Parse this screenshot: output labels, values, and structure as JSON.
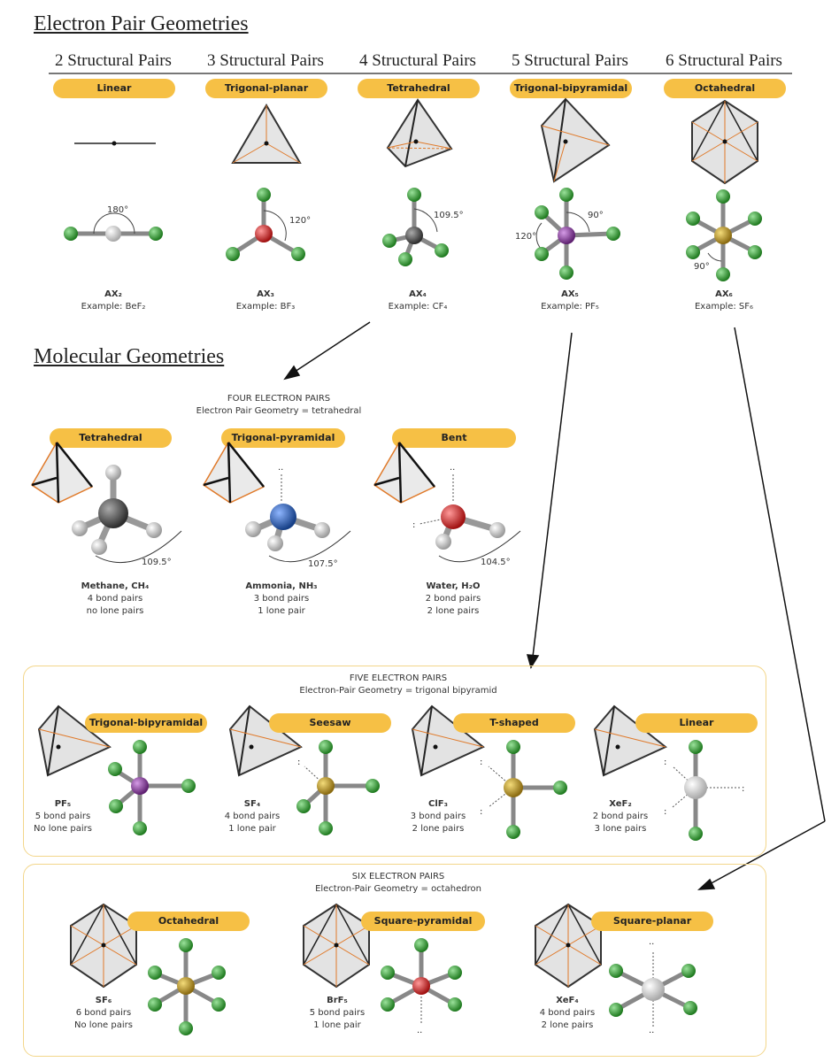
{
  "headings": {
    "electron_pair": "Electron Pair Geometries",
    "molecular": "Molecular Geometries"
  },
  "columns": [
    {
      "header": "2 Structural Pairs",
      "shape": "Linear",
      "formula": "AX₂",
      "example": "Example: BeF₂",
      "angle": "180°"
    },
    {
      "header": "3 Structural Pairs",
      "shape": "Trigonal-planar",
      "formula": "AX₃",
      "example": "Example: BF₃",
      "angle": "120°"
    },
    {
      "header": "4 Structural Pairs",
      "shape": "Tetrahedral",
      "formula": "AX₄",
      "example": "Example: CF₄",
      "angle": "109.5°"
    },
    {
      "header": "5 Structural Pairs",
      "shape": "Trigonal-bipyramidal",
      "formula": "AX₅",
      "example": "Example: PF₅",
      "angle": "90°",
      "angle2": "120°"
    },
    {
      "header": "6 Structural Pairs",
      "shape": "Octahedral",
      "formula": "AX₆",
      "example": "Example: SF₆",
      "angle": "90°"
    }
  ],
  "four_pairs": {
    "title": "FOUR ELECTRON PAIRS",
    "subtitle": "Electron Pair Geometry = tetrahedral",
    "items": [
      {
        "shape": "Tetrahedral",
        "name": "Methane, CH₄",
        "bonds": "4 bond pairs",
        "lone": "no lone pairs",
        "angle": "109.5°"
      },
      {
        "shape": "Trigonal-pyramidal",
        "name": "Ammonia, NH₃",
        "bonds": "3 bond pairs",
        "lone": "1 lone pair",
        "angle": "107.5°"
      },
      {
        "shape": "Bent",
        "name": "Water, H₂O",
        "bonds": "2 bond pairs",
        "lone": "2 lone pairs",
        "angle": "104.5°"
      }
    ]
  },
  "five_pairs": {
    "title": "FIVE ELECTRON PAIRS",
    "subtitle": "Electron-Pair Geometry = trigonal bipyramid",
    "items": [
      {
        "shape": "Trigonal-bipyramidal",
        "name": "PF₅",
        "bonds": "5 bond pairs",
        "lone": "No lone pairs"
      },
      {
        "shape": "Seesaw",
        "name": "SF₄",
        "bonds": "4 bond pairs",
        "lone": "1 lone pair"
      },
      {
        "shape": "T-shaped",
        "name": "ClF₃",
        "bonds": "3 bond pairs",
        "lone": "2 lone pairs"
      },
      {
        "shape": "Linear",
        "name": "XeF₂",
        "bonds": "2 bond pairs",
        "lone": "3 lone pairs"
      }
    ]
  },
  "six_pairs": {
    "title": "SIX ELECTRON PAIRS",
    "subtitle": "Electron-Pair Geometry = octahedron",
    "items": [
      {
        "shape": "Octahedral",
        "name": "SF₆",
        "bonds": "6 bond pairs",
        "lone": "No lone pairs"
      },
      {
        "shape": "Square-pyramidal",
        "name": "BrF₅",
        "bonds": "5 bond pairs",
        "lone": "1 lone pair"
      },
      {
        "shape": "Square-planar",
        "name": "XeF₄",
        "bonds": "4 bond pairs",
        "lone": "2 lone pairs"
      }
    ]
  },
  "colors": {
    "pill": "#f6c045",
    "fluorine": "#2e9a2e",
    "beryllium": "#dcdcdc",
    "boron": "#d22a2a",
    "carbon": "#555555",
    "phosphorus": "#8e3fa0",
    "sulfur": "#c9a020",
    "nitrogen": "#2a63b8",
    "oxygen": "#d22a2a",
    "hydrogen": "#e8e8e8",
    "frame_orange": "#e07a2a"
  }
}
